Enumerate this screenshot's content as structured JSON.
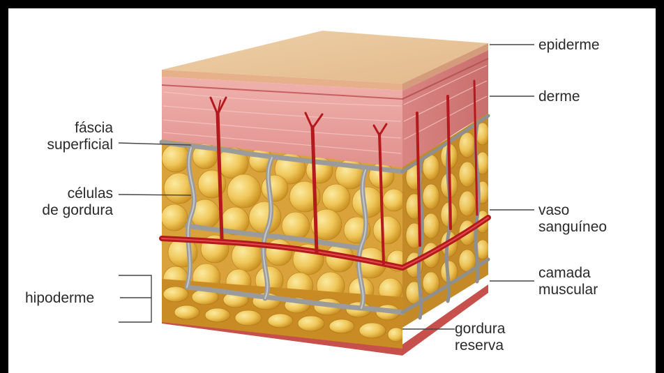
{
  "labels": {
    "epiderme": "epiderme",
    "derme": "derme",
    "fascia_1": "fáscia",
    "fascia_2": "superficial",
    "celulas_1": "células",
    "celulas_2": "de gordura",
    "vaso_1": "vaso",
    "vaso_2": "sanguíneo",
    "camada_1": "camada",
    "camada_2": "muscular",
    "hipoderme": "hipoderme",
    "gordura_1": "gordura",
    "gordura_2": "reserva"
  },
  "colors": {
    "frame": "#000000",
    "background": "#ffffff",
    "epidermis_top": "#e8c39a",
    "dermis": "#e9a2a0",
    "fat": "#f0c75a",
    "fascia": "#a9a9a9",
    "blood_vessel": "#b3191d",
    "leader_line": "#444444"
  }
}
